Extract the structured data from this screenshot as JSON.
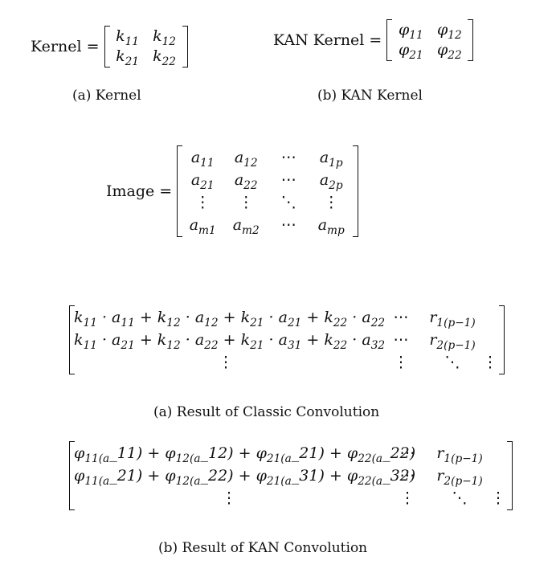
{
  "kernel": {
    "label": "Kernel =",
    "rows": [
      [
        "k_11",
        "k_12"
      ],
      [
        "k_21",
        "k_22"
      ]
    ],
    "caption": "(a) Kernel"
  },
  "kan_kernel": {
    "label": "KAN Kernel =",
    "rows": [
      [
        "φ_11",
        "φ_12"
      ],
      [
        "φ_21",
        "φ_22"
      ]
    ],
    "caption": "(b) KAN Kernel"
  },
  "image": {
    "label": "Image =",
    "rows": [
      [
        "a_11",
        "a_12",
        "⋯",
        "a_1p"
      ],
      [
        "a_21",
        "a_22",
        "⋯",
        "a_2p"
      ],
      [
        "⋮",
        "⋮",
        "⋱",
        "⋮"
      ],
      [
        "a_m1",
        "a_m2",
        "⋯",
        "a_mp"
      ]
    ]
  },
  "classic_result": {
    "rows": [
      [
        "k_11 · a_11 + k_12 · a_12 + k_21 · a_21 + k_22 · a_22",
        "⋯",
        "r_1(p−1)",
        ""
      ],
      [
        "k_11 · a_21 + k_12 · a_22 + k_21 · a_31 + k_22 · a_32",
        "⋯",
        "r_2(p−1)",
        ""
      ],
      [
        "⋮",
        "⋮",
        "⋱",
        "⋮"
      ]
    ],
    "caption": "(a) Result of Classic Convolution"
  },
  "kan_result": {
    "rows": [
      [
        "φ_11(a_11) + φ_12(a_12) + φ_21(a_21) + φ_22(a_22)",
        "⋯",
        "r_1(p−1)",
        ""
      ],
      [
        "φ_11(a_21) + φ_12(a_22) + φ_21(a_31) + φ_22(a_32)",
        "⋯",
        "r_2(p−1)",
        ""
      ],
      [
        "⋮",
        "⋮",
        "⋱",
        "⋮"
      ]
    ],
    "caption": "(b) Result of KAN Convolution"
  }
}
